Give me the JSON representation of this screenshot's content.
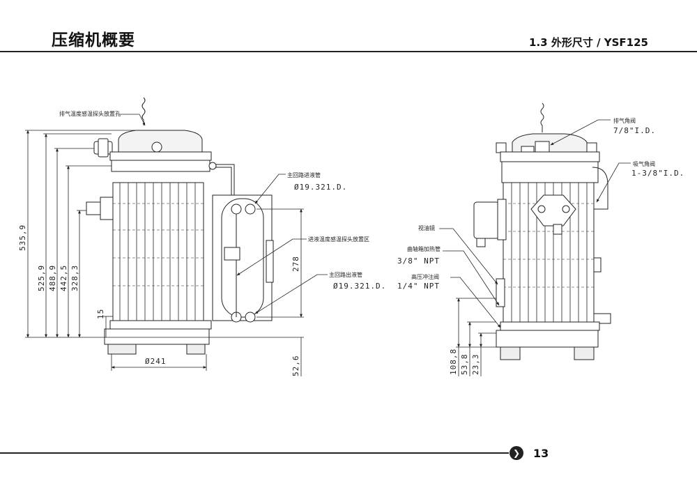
{
  "header": {
    "title": "压缩机概要",
    "section": "1.3 外形尺寸 / YSF125"
  },
  "left_view": {
    "labels": {
      "discharge_temp_probe": "排气温度感温探头放置孔",
      "main_liquid_inlet": "主回路进液管",
      "inlet_size": "Ø19.321.D.",
      "liquid_inlet_temp_probe": "进液温度感温探头放置区",
      "main_liquid_outlet": "主回路出液管",
      "outlet_size": "Ø19.321.D."
    },
    "dimensions": {
      "overall_height": "535,9",
      "h1": "525,9",
      "h2": "488,9",
      "h3": "442,5",
      "h4": "328,3",
      "base_offset": "15",
      "diameter": "Ø241",
      "connection_spacing": "278",
      "foot_height": "52,6"
    }
  },
  "right_view": {
    "labels": {
      "discharge_valve": "排气角阀",
      "discharge_valve_size": "7/8\"I.D.",
      "suction_valve": "吸气角阀",
      "suction_valve_size": "1-3/8\"I.D.",
      "sight_glass": "视油镜",
      "crankcase_heater": "曲轴箱加热管",
      "crankcase_heater_size": "3/8\" NPT",
      "hp_relief_valve": "高压冲注阀",
      "hp_relief_valve_size": "1/4\" NPT"
    },
    "dimensions": {
      "d1": "108,8",
      "d2": "53,8",
      "d3": "23,3"
    }
  },
  "footer": {
    "page_number": "13",
    "next_icon": "chevron-right-icon"
  }
}
